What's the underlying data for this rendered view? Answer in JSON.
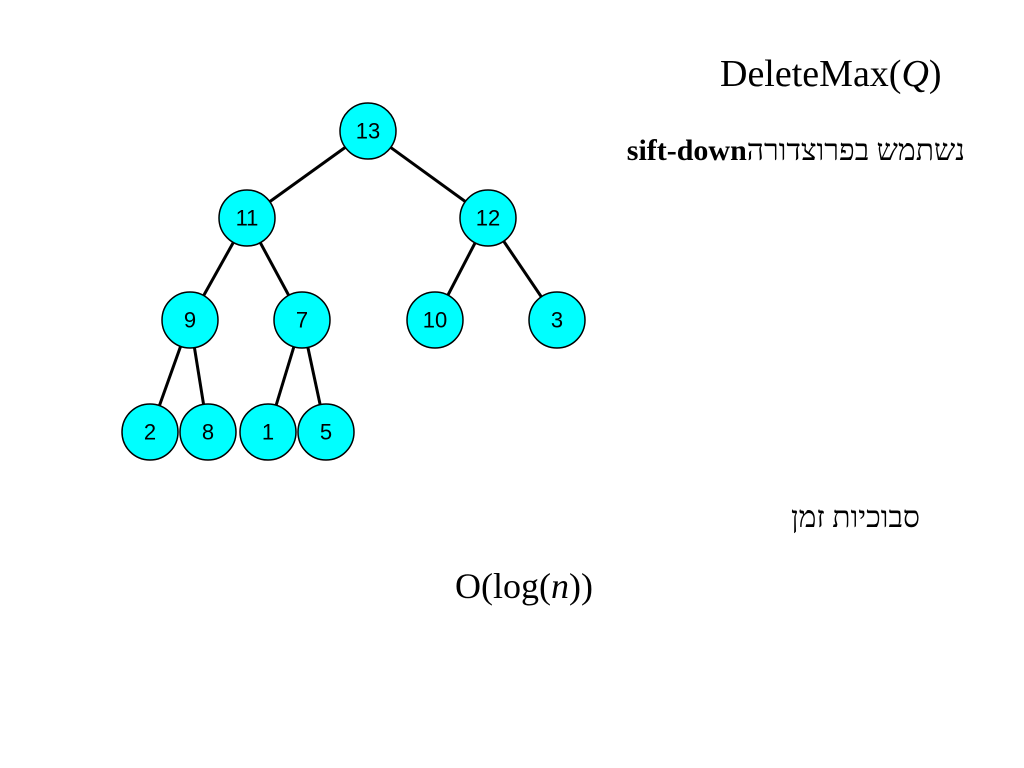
{
  "slide": {
    "title_prefix": "DeleteMax(",
    "title_arg": "Q",
    "title_suffix": ")",
    "subtitle_text": "נשתמש בפרוצדורה",
    "subtitle_bold": "sift-down",
    "complexity_label": "סבוכיות זמן",
    "complexity_prefix": "O(log(",
    "complexity_var": "n",
    "complexity_suffix": "))"
  },
  "heap": {
    "nodes": [
      "13",
      "11",
      "12",
      "9",
      "7",
      "10",
      "3",
      "2",
      "8",
      "1",
      "5"
    ]
  },
  "colors": {
    "background": "#FFFFFF",
    "node_fill": "#00FFFF",
    "node_stroke": "#000000",
    "edge": "#000000"
  }
}
